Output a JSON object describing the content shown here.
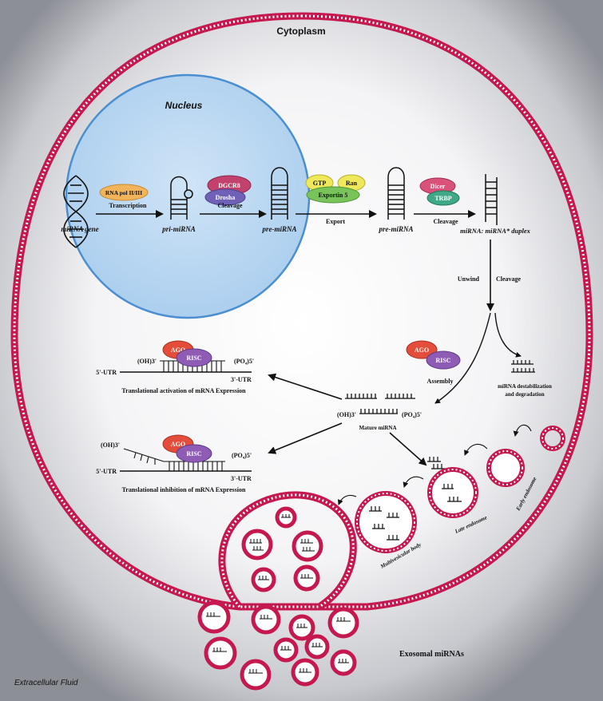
{
  "colors": {
    "membrane": "#c4184f",
    "membrane_light": "#ffffff",
    "nucleus_fill": "#bcd9f0",
    "nucleus_stroke": "#4b8fd0",
    "rna_pol": "#f2b45b",
    "dgcr8": "#c2416d",
    "drosha": "#6f62b6",
    "gtp": "#efe85a",
    "ran": "#efe85a",
    "exportin": "#79c45a",
    "dicer": "#d8527a",
    "trbp": "#3ea887",
    "ago": "#e44d3a",
    "risc": "#8e5bb5"
  },
  "labels": {
    "cytoplasm": "Cytoplasm",
    "nucleus": "Nucleus",
    "extracellular": "Extracellular Fluid",
    "mirna_gene": "miRNA gene",
    "pri_mirna": "pri-miRNA",
    "pre_mirna_nuc": "pre-miRNA",
    "pre_mirna_cyto": "pre-miRNA",
    "duplex": "miRNA: miRNA* duplex",
    "transcription": "Transcription",
    "cleavage1": "Cleavage",
    "export": "Export",
    "cleavage2": "Cleavage",
    "unwind": "Unwind",
    "cleavage3": "Cleavage",
    "assembly": "Assembly",
    "destab_line1": "miRNA destabilization",
    "destab_line2": "and degradation",
    "mature_mirna": "Mature miRNA",
    "oh3_mature": "(OH)3'",
    "po4_mature": "(PO₄)5'",
    "activation_title": "Translational activation of mRNA Expression",
    "inhibition_title": "Translational inhibition of  mRNA Expression",
    "oh3_top": "(OH)3'",
    "po4_top": "(PO₄)5'",
    "utr5_top": "5'-UTR",
    "utr3_top": "3'-UTR",
    "oh3_bot": "(OH)3'",
    "po4_bot": "(PO₄)5'",
    "utr5_bot": "5'-UTR",
    "utr3_bot": "3'-UTR",
    "early_endosome": "Early endosome",
    "late_endosome": "Late endosome",
    "mvb": "Multivesicular body",
    "exosomal": "Exosomal miRNAs"
  },
  "proteins": {
    "rna_pol": "RNA pol II/III",
    "dgcr8": "DGCR8",
    "drosha": "Drosha",
    "gtp": "GTP",
    "ran": "Ran",
    "exportin": "Exportin  5",
    "dicer": "Dicer",
    "trbp": "TRBP",
    "ago_assembly": "AGO",
    "risc_assembly": "RISC",
    "ago_top": "AGO",
    "risc_top": "RISC",
    "ago_bot": "AGO",
    "risc_bot": "RISC"
  }
}
